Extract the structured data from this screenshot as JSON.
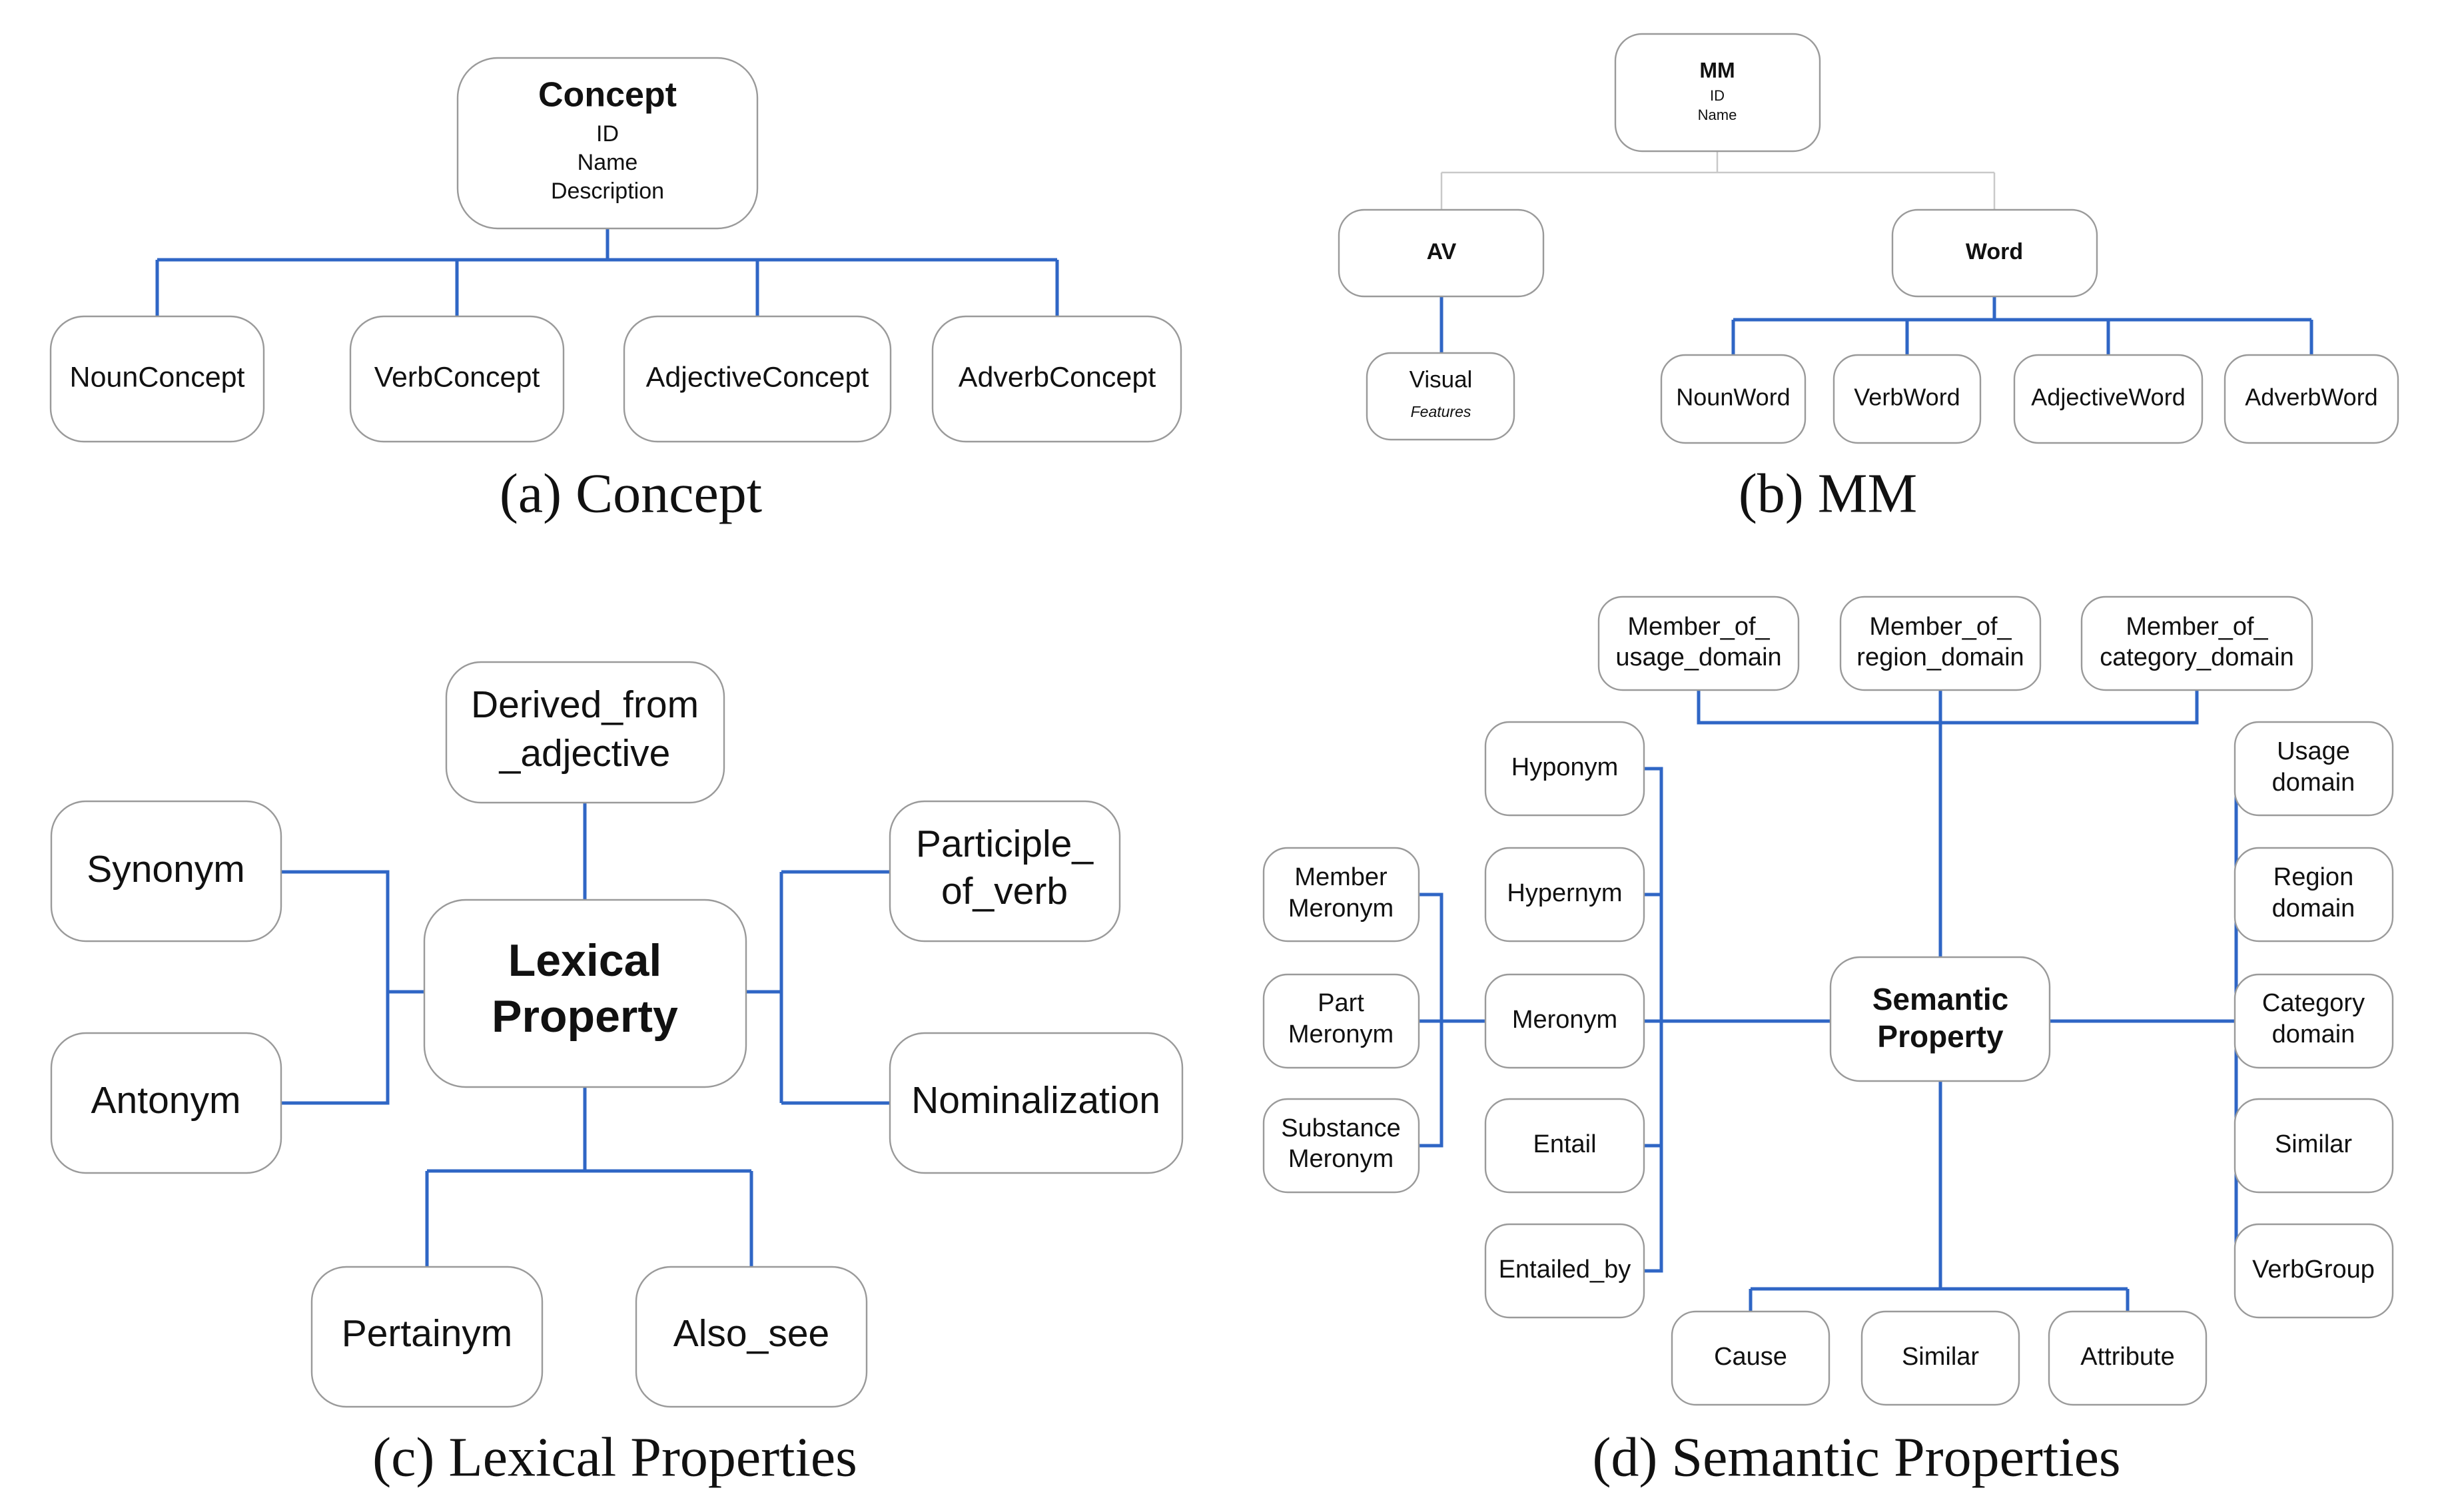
{
  "concept": {
    "root": {
      "title": "Concept",
      "lines": [
        "ID",
        "Name",
        "Description"
      ]
    },
    "children": [
      "NounConcept",
      "VerbConcept",
      "AdjectiveConcept",
      "AdverbConcept"
    ],
    "caption": "(a) Concept"
  },
  "mm": {
    "root": {
      "title": "MM",
      "lines": [
        "ID",
        "Name"
      ]
    },
    "av": "AV",
    "visual": {
      "title": "Visual",
      "sub": "Features"
    },
    "word": "Word",
    "word_children": [
      "NounWord",
      "VerbWord",
      "AdjectiveWord",
      "AdverbWord"
    ],
    "caption": "(b) MM"
  },
  "lexical": {
    "center": [
      "Lexical",
      "Property"
    ],
    "derived": [
      "Derived_from",
      "_adjective"
    ],
    "synonym": "Synonym",
    "antonym": "Antonym",
    "participle": [
      "Participle_",
      "of_verb"
    ],
    "nominalization": "Nominalization",
    "pertainym": "Pertainym",
    "also_see": "Also_see",
    "caption": "(c) Lexical Properties"
  },
  "semantic": {
    "center": [
      "Semantic",
      "Property"
    ],
    "top": [
      [
        "Member_of_",
        "usage_domain"
      ],
      [
        "Member_of_",
        "region_domain"
      ],
      [
        "Member_of_",
        "category_domain"
      ]
    ],
    "left_column": [
      "Hyponym",
      "Hypernym",
      "Meronym",
      "Entail",
      "Entailed_by"
    ],
    "meronym_types": [
      [
        "Member",
        "Meronym"
      ],
      [
        "Part",
        "Meronym"
      ],
      [
        "Substance",
        "Meronym"
      ]
    ],
    "right_column": [
      [
        "Usage",
        "domain"
      ],
      [
        "Region",
        "domain"
      ],
      [
        "Category",
        "domain"
      ],
      [
        "Similar"
      ],
      [
        "VerbGroup"
      ]
    ],
    "bottom": [
      "Cause",
      "Similar",
      "Attribute"
    ],
    "caption": "(d) Semantic Properties"
  }
}
